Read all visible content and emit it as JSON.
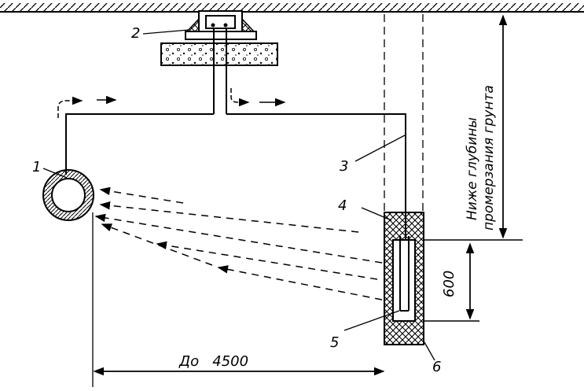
{
  "labels": {
    "pipe": "1",
    "hatch": "2",
    "riser": "3",
    "collar": "4",
    "inner_tube": "5",
    "outer_casing": "6"
  },
  "dimensions": {
    "depth_value": "600",
    "span_text": "До   4500"
  },
  "note": {
    "line1": "Ниже глубины",
    "line2": "промерзания грунта"
  }
}
